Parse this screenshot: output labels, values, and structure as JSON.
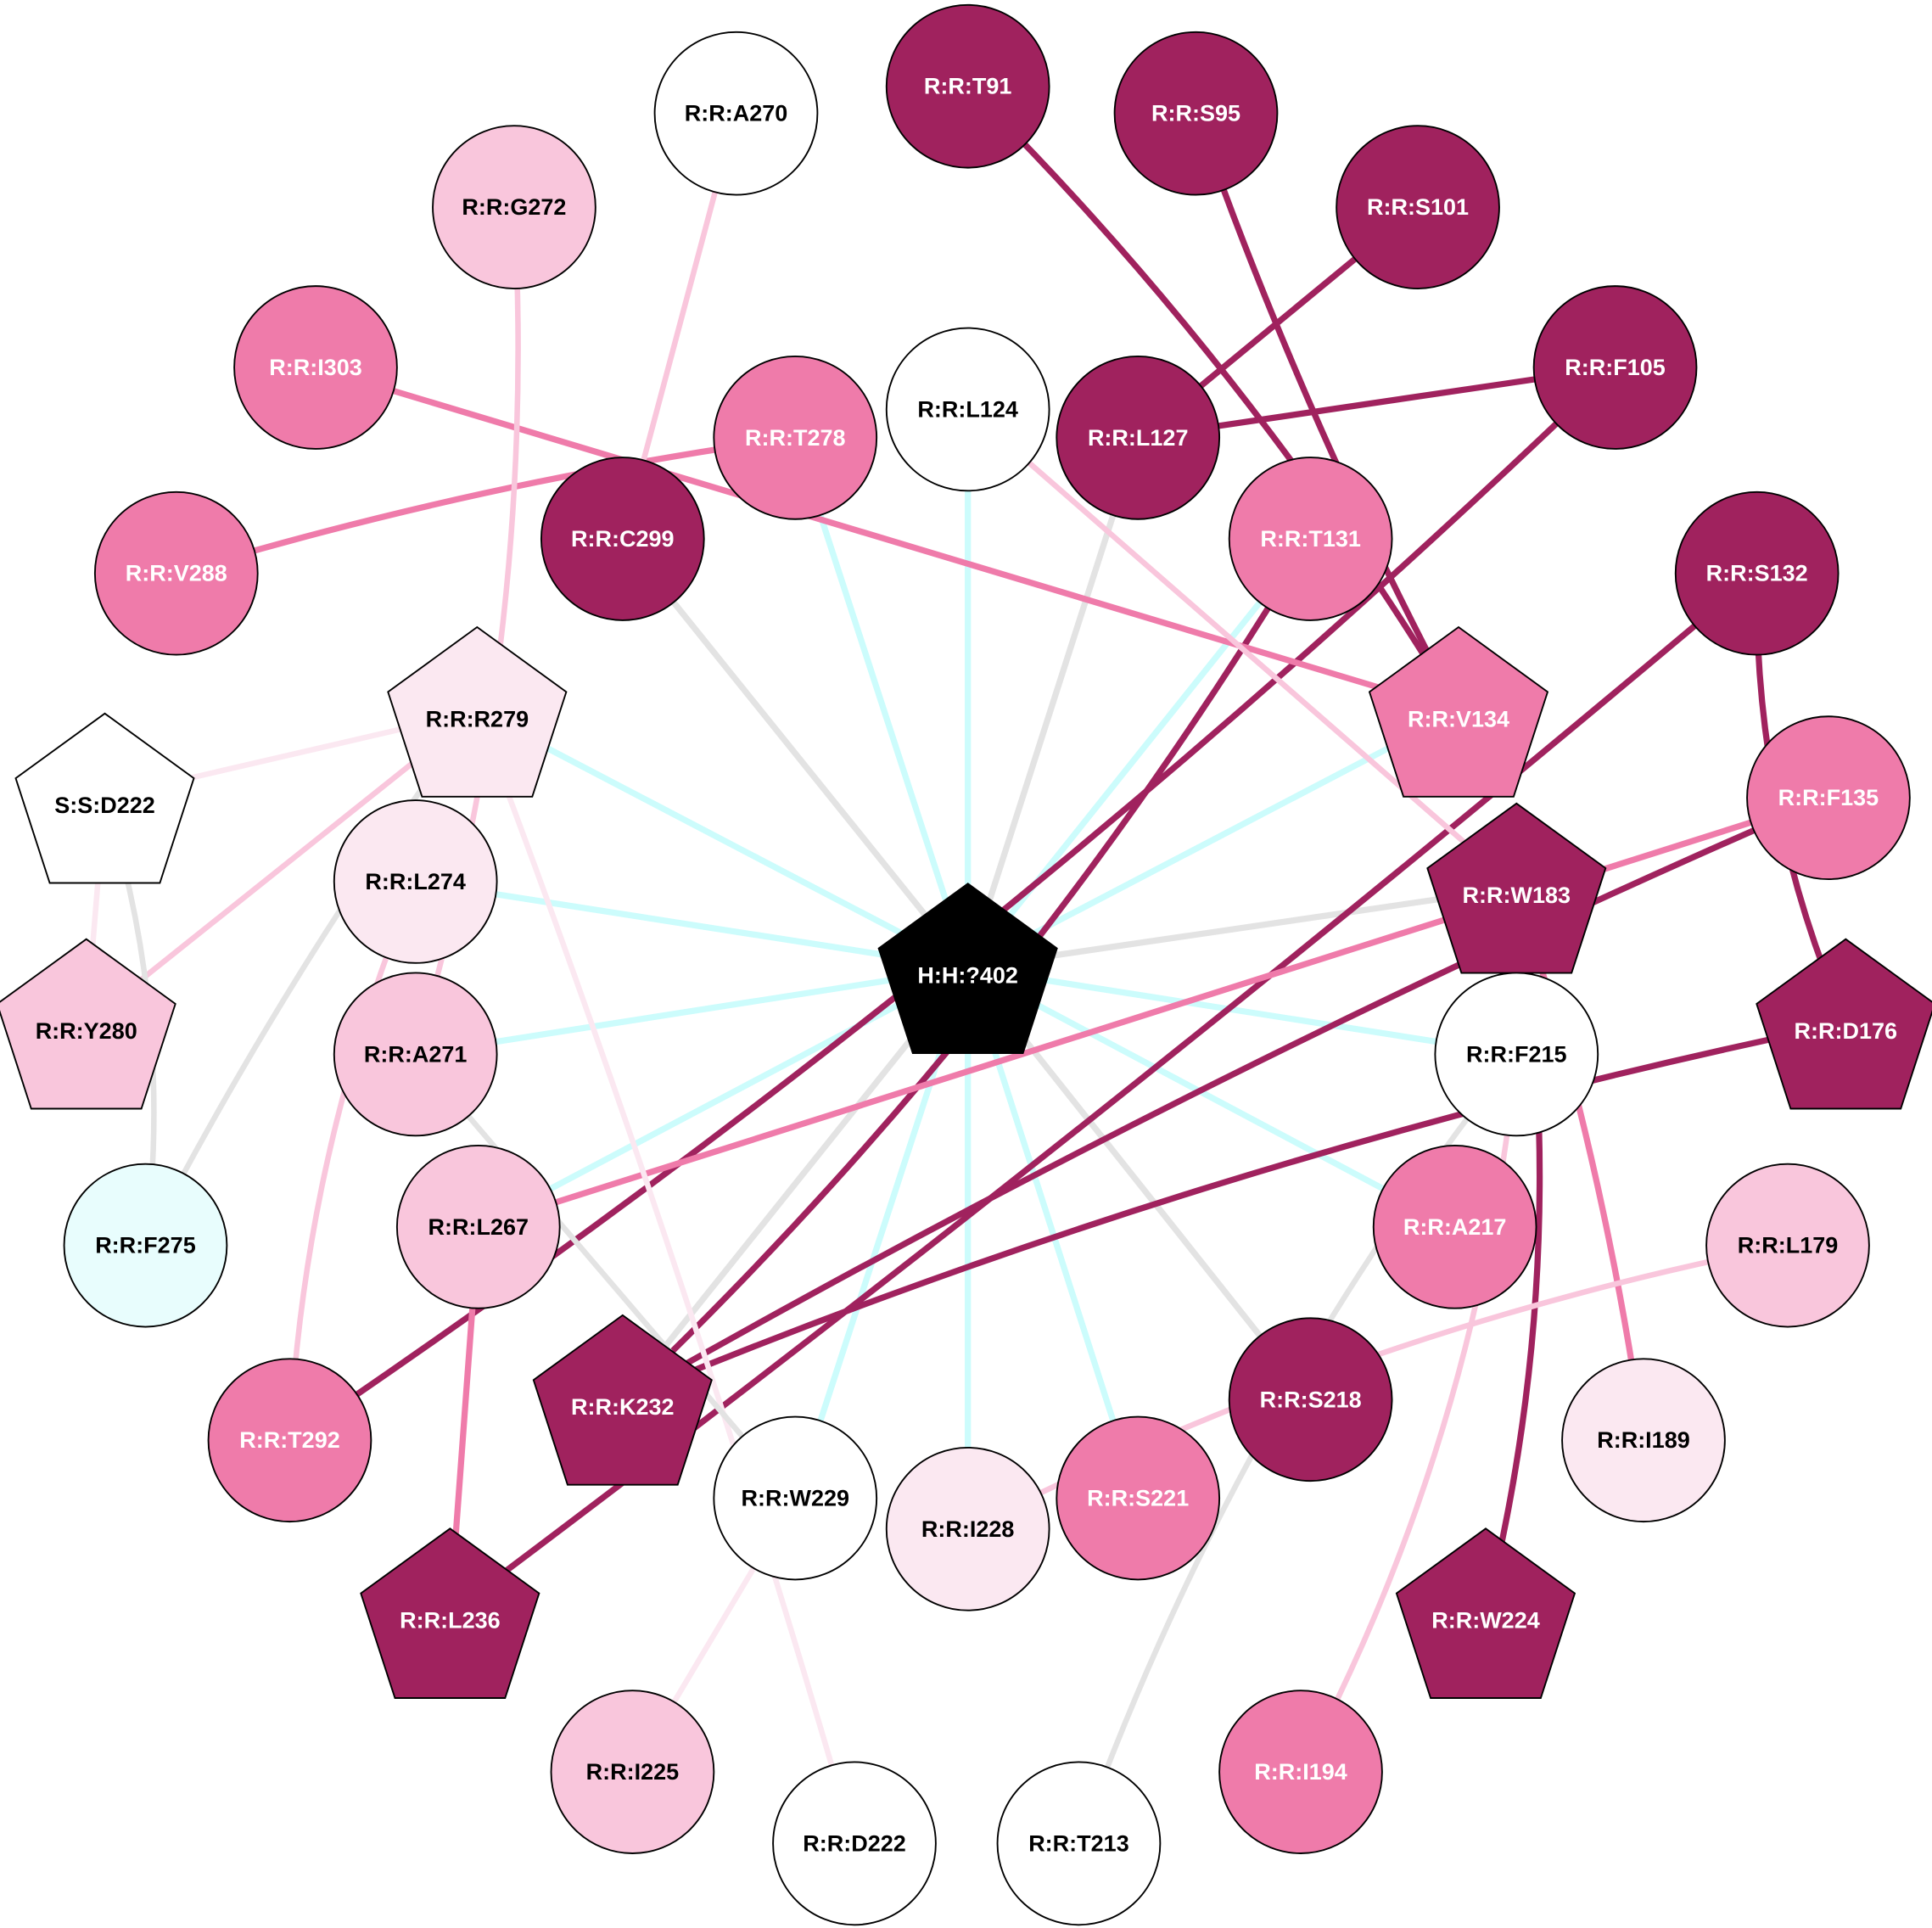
{
  "palette": {
    "dark": "#a0225e",
    "medium": "#ef7baa",
    "light": "#f9c6dc",
    "pale": "#fbe8f1",
    "white": "#ffffff",
    "cyan": "#e8fdfd",
    "black": "#000000",
    "gray_edge": "#e3e3e3",
    "cyan_edge": "#ccfcfc"
  },
  "nodes": [
    {
      "id": "H:H:?402",
      "shape": "pentagon",
      "color": "black"
    },
    {
      "id": "R:R:T91",
      "shape": "circle",
      "color": "dark"
    },
    {
      "id": "R:R:S95",
      "shape": "circle",
      "color": "dark"
    },
    {
      "id": "R:R:S101",
      "shape": "circle",
      "color": "dark"
    },
    {
      "id": "R:R:F105",
      "shape": "circle",
      "color": "dark"
    },
    {
      "id": "R:R:L127",
      "shape": "circle",
      "color": "dark"
    },
    {
      "id": "R:R:L124",
      "shape": "circle",
      "color": "white"
    },
    {
      "id": "R:R:A270",
      "shape": "circle",
      "color": "white"
    },
    {
      "id": "R:R:G272",
      "shape": "circle",
      "color": "light"
    },
    {
      "id": "R:R:I303",
      "shape": "circle",
      "color": "medium"
    },
    {
      "id": "R:R:T278",
      "shape": "circle",
      "color": "medium"
    },
    {
      "id": "R:R:V288",
      "shape": "circle",
      "color": "medium"
    },
    {
      "id": "R:R:C299",
      "shape": "circle",
      "color": "dark"
    },
    {
      "id": "R:R:T131",
      "shape": "circle",
      "color": "medium"
    },
    {
      "id": "R:R:S132",
      "shape": "circle",
      "color": "dark"
    },
    {
      "id": "R:R:V134",
      "shape": "pentagon",
      "color": "medium"
    },
    {
      "id": "R:R:F135",
      "shape": "circle",
      "color": "medium"
    },
    {
      "id": "R:R:W183",
      "shape": "pentagon",
      "color": "dark"
    },
    {
      "id": "R:R:D176",
      "shape": "pentagon",
      "color": "dark"
    },
    {
      "id": "R:R:F215",
      "shape": "circle",
      "color": "white"
    },
    {
      "id": "R:R:A217",
      "shape": "circle",
      "color": "medium"
    },
    {
      "id": "R:R:L179",
      "shape": "circle",
      "color": "light"
    },
    {
      "id": "R:R:I189",
      "shape": "circle",
      "color": "pale"
    },
    {
      "id": "R:R:S218",
      "shape": "circle",
      "color": "dark"
    },
    {
      "id": "R:R:S221",
      "shape": "circle",
      "color": "medium"
    },
    {
      "id": "R:R:I228",
      "shape": "circle",
      "color": "pale"
    },
    {
      "id": "R:R:W224",
      "shape": "pentagon",
      "color": "dark"
    },
    {
      "id": "R:R:I194",
      "shape": "circle",
      "color": "medium"
    },
    {
      "id": "R:R:T213",
      "shape": "circle",
      "color": "white"
    },
    {
      "id": "R:R:D222",
      "shape": "circle",
      "color": "white"
    },
    {
      "id": "R:R:I225",
      "shape": "circle",
      "color": "light"
    },
    {
      "id": "R:R:W229",
      "shape": "circle",
      "color": "white"
    },
    {
      "id": "R:R:K232",
      "shape": "pentagon",
      "color": "dark"
    },
    {
      "id": "R:R:L236",
      "shape": "pentagon",
      "color": "dark"
    },
    {
      "id": "R:R:T292",
      "shape": "circle",
      "color": "medium"
    },
    {
      "id": "R:R:L267",
      "shape": "circle",
      "color": "light"
    },
    {
      "id": "R:R:A271",
      "shape": "circle",
      "color": "light"
    },
    {
      "id": "R:R:L274",
      "shape": "circle",
      "color": "pale"
    },
    {
      "id": "R:R:R279",
      "shape": "pentagon",
      "color": "pale"
    },
    {
      "id": "S:S:D222",
      "shape": "pentagon",
      "color": "white"
    },
    {
      "id": "R:R:Y280",
      "shape": "pentagon",
      "color": "light"
    },
    {
      "id": "R:R:F275",
      "shape": "circle",
      "color": "cyan"
    }
  ],
  "edges": [
    {
      "source": "H:H:?402",
      "target": "R:R:L124",
      "color": "cyan_edge"
    },
    {
      "source": "H:H:?402",
      "target": "R:R:T278",
      "color": "cyan_edge"
    },
    {
      "source": "H:H:?402",
      "target": "R:R:C299",
      "color": "gray_edge"
    },
    {
      "source": "H:H:?402",
      "target": "R:R:L127",
      "color": "gray_edge"
    },
    {
      "source": "H:H:?402",
      "target": "R:R:T131",
      "color": "cyan_edge"
    },
    {
      "source": "H:H:?402",
      "target": "R:R:V134",
      "color": "cyan_edge"
    },
    {
      "source": "H:H:?402",
      "target": "R:R:R279",
      "color": "cyan_edge"
    },
    {
      "source": "H:H:?402",
      "target": "R:R:L274",
      "color": "cyan_edge"
    },
    {
      "source": "H:H:?402",
      "target": "R:R:A271",
      "color": "cyan_edge"
    },
    {
      "source": "H:H:?402",
      "target": "R:R:L267",
      "color": "cyan_edge"
    },
    {
      "source": "H:H:?402",
      "target": "R:R:K232",
      "color": "gray_edge"
    },
    {
      "source": "H:H:?402",
      "target": "R:R:W229",
      "color": "cyan_edge"
    },
    {
      "source": "H:H:?402",
      "target": "R:R:I228",
      "color": "cyan_edge"
    },
    {
      "source": "H:H:?402",
      "target": "R:R:S221",
      "color": "cyan_edge"
    },
    {
      "source": "H:H:?402",
      "target": "R:R:S218",
      "color": "gray_edge"
    },
    {
      "source": "H:H:?402",
      "target": "R:R:A217",
      "color": "cyan_edge"
    },
    {
      "source": "H:H:?402",
      "target": "R:R:F215",
      "color": "cyan_edge"
    },
    {
      "source": "H:H:?402",
      "target": "R:R:W183",
      "color": "gray_edge"
    },
    {
      "source": "R:R:T91",
      "target": "R:R:V134",
      "color": "dark",
      "bend": -40
    },
    {
      "source": "R:R:S95",
      "target": "R:R:V134",
      "color": "dark",
      "bend": 20
    },
    {
      "source": "R:R:S101",
      "target": "R:R:L127",
      "color": "dark"
    },
    {
      "source": "R:R:F105",
      "target": "R:R:L127",
      "color": "dark"
    },
    {
      "source": "R:R:F105",
      "target": "R:R:T292",
      "color": "dark",
      "bend": -60
    },
    {
      "source": "R:R:T131",
      "target": "R:R:K232",
      "color": "dark",
      "bend": -60
    },
    {
      "source": "R:R:S132",
      "target": "R:R:L236",
      "color": "dark",
      "bend": -20
    },
    {
      "source": "R:R:S132",
      "target": "R:R:D176",
      "color": "dark",
      "bend": 40
    },
    {
      "source": "R:R:F135",
      "target": "R:R:K232",
      "color": "dark",
      "bend": 30
    },
    {
      "source": "R:R:D176",
      "target": "R:R:K232",
      "color": "dark",
      "bend": 50
    },
    {
      "source": "R:R:W183",
      "target": "R:R:W224",
      "color": "dark",
      "bend": -60
    },
    {
      "source": "R:R:W183",
      "target": "R:R:I189",
      "color": "medium",
      "bend": -20
    },
    {
      "source": "R:R:I303",
      "target": "R:R:V134",
      "color": "medium"
    },
    {
      "source": "R:R:T278",
      "target": "R:R:V288",
      "color": "medium",
      "bend": 20
    },
    {
      "source": "R:R:F135",
      "target": "R:R:L267",
      "color": "medium"
    },
    {
      "source": "R:R:L267",
      "target": "R:R:L236",
      "color": "medium"
    },
    {
      "source": "R:R:A270",
      "target": "R:R:C299",
      "color": "light"
    },
    {
      "source": "R:R:G272",
      "target": "R:R:A271",
      "color": "light",
      "bend": -60
    },
    {
      "source": "R:R:L124",
      "target": "R:R:W183",
      "color": "light"
    },
    {
      "source": "R:R:L274",
      "target": "R:R:T292",
      "color": "light",
      "bend": 40
    },
    {
      "source": "R:R:R279",
      "target": "R:R:Y280",
      "color": "light"
    },
    {
      "source": "R:R:L179",
      "target": "R:R:I228",
      "color": "light",
      "bend": 50
    },
    {
      "source": "R:R:F215",
      "target": "R:R:I194",
      "color": "light",
      "bend": -60
    },
    {
      "source": "S:S:D222",
      "target": "R:R:Y280",
      "color": "pale"
    },
    {
      "source": "S:S:D222",
      "target": "R:R:R279",
      "color": "pale"
    },
    {
      "source": "R:R:R279",
      "target": "R:R:D222",
      "color": "pale",
      "bend": -20
    },
    {
      "source": "R:R:W229",
      "target": "R:R:I225",
      "color": "pale"
    },
    {
      "source": "R:R:F215",
      "target": "R:R:T213",
      "color": "gray_edge",
      "bend": 60
    },
    {
      "source": "R:R:A271",
      "target": "R:R:W229",
      "color": "gray_edge"
    },
    {
      "source": "R:R:R279",
      "target": "R:R:F275",
      "color": "gray_edge",
      "bend": 20
    },
    {
      "source": "S:S:D222",
      "target": "R:R:F275",
      "color": "gray_edge",
      "bend": -40
    }
  ]
}
